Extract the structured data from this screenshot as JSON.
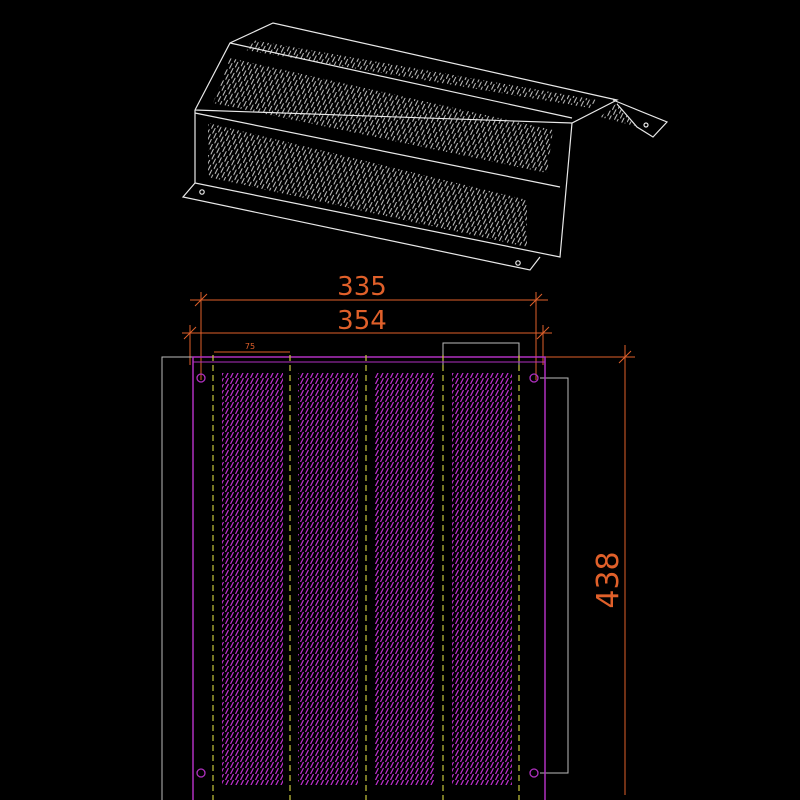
{
  "drawing": {
    "dimensions": {
      "overall_inner": "335",
      "overall_outer": "354",
      "height": "438",
      "strip_width": "75"
    },
    "colors": {
      "background": "#000000",
      "outline": "#e8e8e8",
      "dimension": "#e0602a",
      "panel": "#b030c0",
      "centerline": "#c8c83c"
    }
  }
}
